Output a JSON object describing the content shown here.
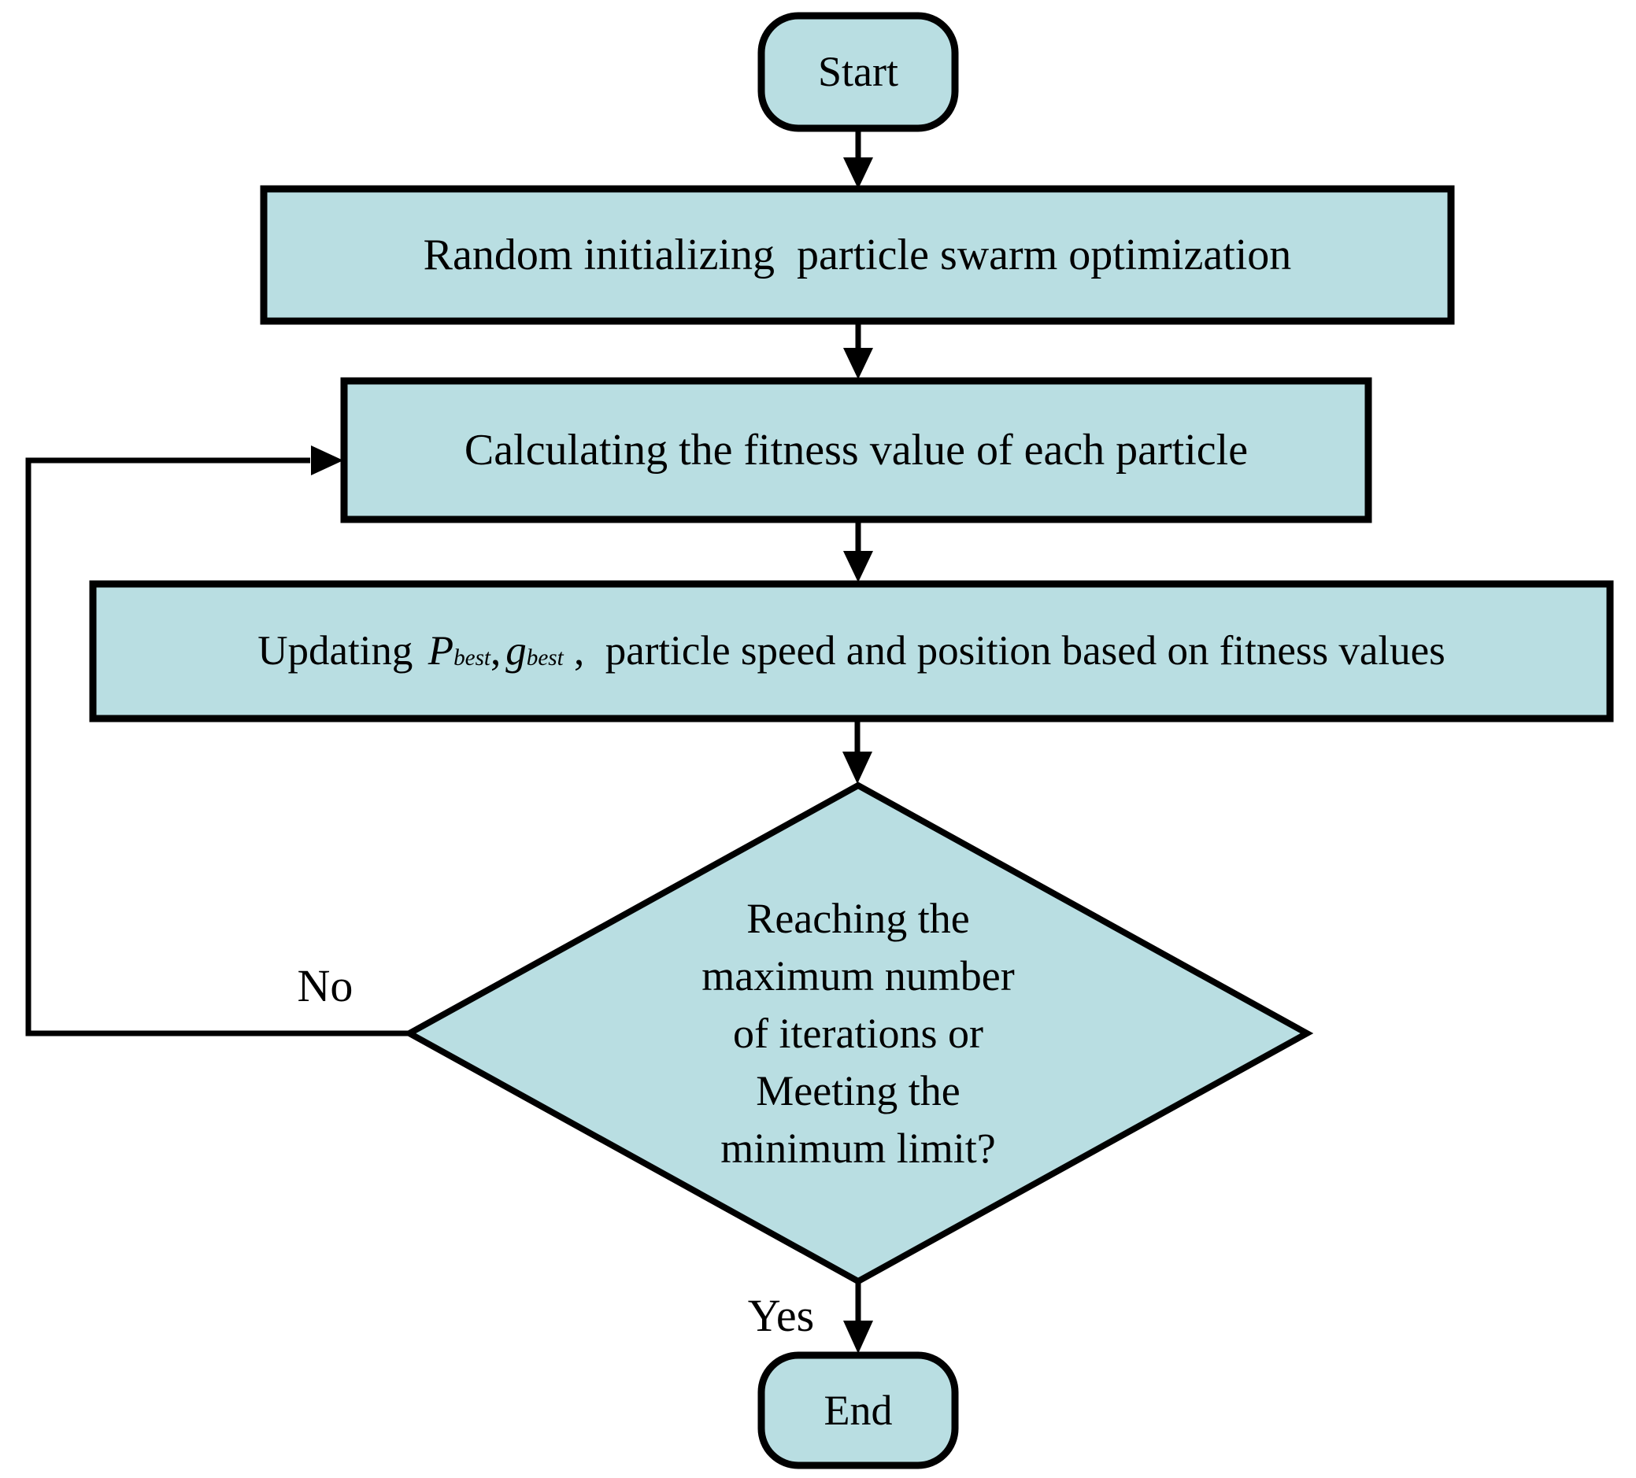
{
  "flowchart": {
    "colors": {
      "node_fill": "#b9dee2",
      "node_stroke": "#000000",
      "background": "#ffffff"
    },
    "nodes": {
      "start": {
        "type": "terminator",
        "label": "Start"
      },
      "init": {
        "type": "process",
        "label": "Random initializing  particle swarm optimization"
      },
      "fitness": {
        "type": "process",
        "label": "Calculating the fitness value of each particle"
      },
      "updating": {
        "type": "process",
        "prefix": "Updating ",
        "p_var": "P",
        "p_sub": "best",
        "separator": ",",
        "g_var": "g",
        "g_sub": "best",
        "comma": " , ",
        "suffix": " particle speed and position based on fitness values"
      },
      "decision": {
        "type": "decision",
        "lines": [
          "Reaching the",
          "maximum number",
          "of iterations or",
          "Meeting the",
          "minimum limit?"
        ]
      },
      "end": {
        "type": "terminator",
        "label": "End"
      }
    },
    "edges": {
      "no_label": "No",
      "yes_label": "Yes"
    }
  }
}
